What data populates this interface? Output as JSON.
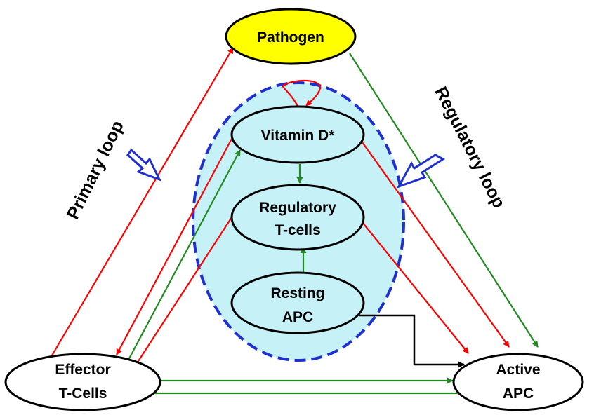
{
  "nodes": {
    "pathogen": {
      "label": "Pathogen",
      "fill": "#ffff00"
    },
    "vitamin_d": {
      "label": "Vitamin D*"
    },
    "regulatory_tcells": {
      "line1": "Regulatory",
      "line2": "T-cells"
    },
    "resting_apc": {
      "line1": "Resting",
      "line2": "APC"
    },
    "effector_tcells": {
      "line1": "Effector",
      "line2": "T-Cells"
    },
    "active_apc": {
      "line1": "Active",
      "line2": "APC"
    }
  },
  "loops": {
    "primary": "Primary loop",
    "regulatory": "Regulatory loop"
  },
  "colors": {
    "inhibit": "#ff0000",
    "activate": "#228b22",
    "neutral": "#000000",
    "dashed_border": "#1f2fd0",
    "region_fill": "#c6f2f7",
    "pointer_arrow": "#1f2fd0"
  }
}
